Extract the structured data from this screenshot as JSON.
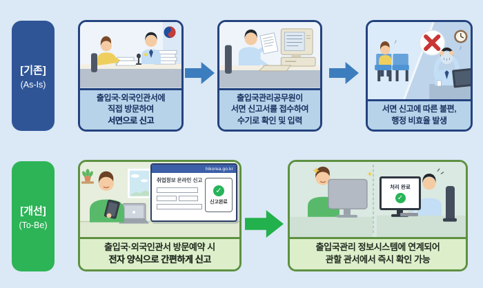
{
  "colors": {
    "background": "#dbe8f5",
    "as_is_pill": "#2f5597",
    "as_is_card_border": "#24427e",
    "as_is_caption_bg": "#b6d3ea",
    "as_is_arrow": "#3c7dbd",
    "to_be_pill": "#2db457",
    "to_be_card_border": "#5d9141",
    "to_be_caption_bg": "#dcefca",
    "to_be_arrow": "#22b14c",
    "error_red": "#c93535",
    "success_green": "#27b45a"
  },
  "as_is": {
    "label_title": "[기존]",
    "label_subtitle": "(As-Is)",
    "cards": [
      {
        "caption1": "출입국·외국인관서에",
        "caption2": "직접 방문하여",
        "caption3": "서면으로 신고"
      },
      {
        "caption1": "출입국관리공무원이",
        "caption2": "서면 신고서를 접수하여",
        "caption3": "수기로 확인 및 입력"
      },
      {
        "caption1": "서면 신고에 따른 불편,",
        "caption2": "행정 비효율 발생"
      }
    ]
  },
  "to_be": {
    "label_title": "[개선]",
    "label_subtitle": "(To-Be)",
    "cards": [
      {
        "caption1": "출입국·외국인관서 방문예약 시",
        "caption2": "전자 양식으로 간편하게 신고",
        "popup": {
          "url": "hikorea.go.kr",
          "form_title": "취업정보 온라인 신고",
          "status_label": "신고완료",
          "check_glyph": "✓"
        }
      },
      {
        "caption1": "출입국관리 정보시스템에 연계되어",
        "caption2": "관할 관서에서 즉시 확인 가능",
        "monitor": {
          "status_label": "처리 완료",
          "check_glyph": "✓"
        }
      }
    ]
  }
}
